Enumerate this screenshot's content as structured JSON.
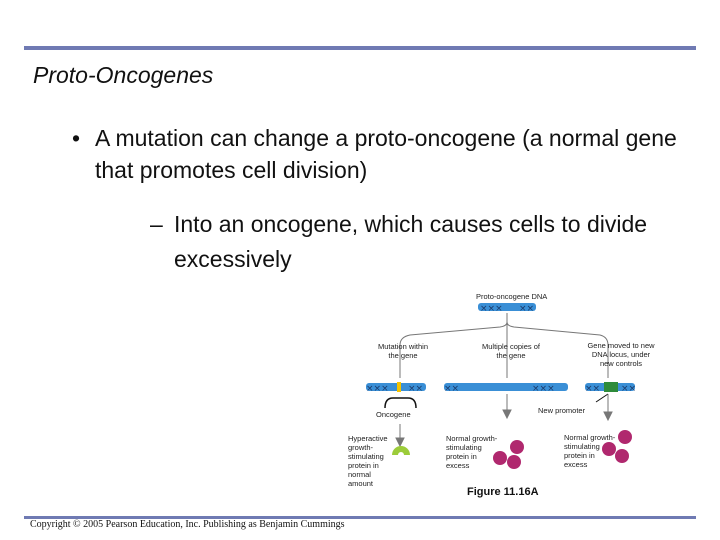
{
  "slide": {
    "title": "Proto-Oncogenes",
    "bullet1": "A mutation can change a proto-oncogene (a normal gene that promotes cell division)",
    "bullet2": "Into an oncogene, which causes cells to divide excessively",
    "bullet_symbol": "•",
    "dash_symbol": "–",
    "accent_color": "#6f7ab3"
  },
  "figure": {
    "proto_label": "Proto-oncogene DNA",
    "mutation_label": "Mutation within the gene",
    "copies_label": "Multiple copies of the gene",
    "moved_label": "Gene moved to new DNA locus, under new controls",
    "oncogene_label": "Oncogene",
    "new_promoter_label": "New promoter",
    "hyperactive_label": "Hyperactive growth-stimulating protein in normal amount",
    "excess1_label": "Normal growth-stimulating protein in excess",
    "excess2_label": "Normal growth-stimulating protein in excess",
    "caption": "Figure 11.16A",
    "dna_color": "#3a8fd6",
    "protein_hyper_color": "#9ccc3a",
    "protein_excess_color": "#b0286e"
  },
  "footer": {
    "copyright": "Copyright © 2005 Pearson Education, Inc. Publishing as Benjamin Cummings"
  }
}
